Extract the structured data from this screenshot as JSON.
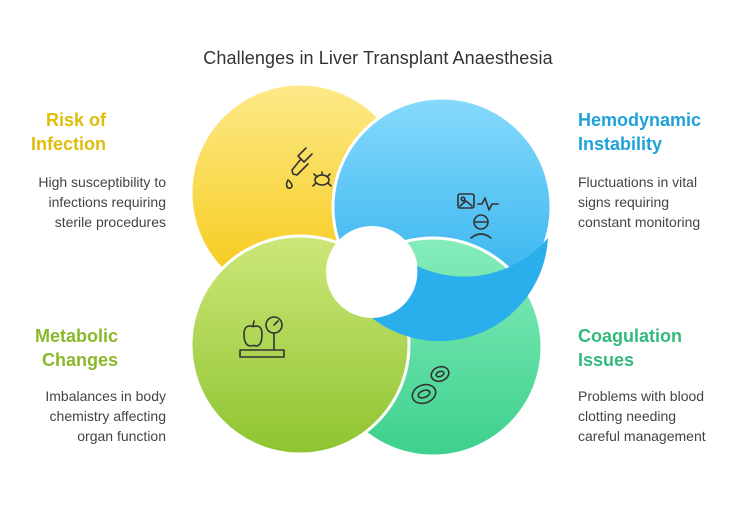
{
  "title": "Challenges in Liver Transplant Anaesthesia",
  "colors": {
    "yellow": "#F5C80F",
    "yellow_light": "#FDE55C",
    "blue": "#2FB5F0",
    "blue_light": "#7DD6FB",
    "green_yellow": "#9BCB3C",
    "green_yellow_light": "#C6E56A",
    "green": "#3CCF8E",
    "green_light": "#7EEAB3"
  },
  "items": [
    {
      "key": "infection",
      "heading": "Risk of\nInfection",
      "description": "High susceptibility to\ninfections requiring\nsterile procedures",
      "color": "#E0BC0C",
      "icon": "dropper-bacteria-icon"
    },
    {
      "key": "hemodynamic",
      "heading": "Hemodynamic\nInstability",
      "description": "Fluctuations in vital\nsigns requiring\nconstant monitoring",
      "color": "#1EA2D8",
      "icon": "vital-signs-monitor-icon"
    },
    {
      "key": "metabolic",
      "heading": "Metabolic\nChanges",
      "description": "Imbalances in body\nchemistry affecting\norgan function",
      "color": "#8AB82A",
      "icon": "scale-apple-icon"
    },
    {
      "key": "coagulation",
      "heading": "Coagulation\nIssues",
      "description": "Problems with blood\nclotting needing\ncareful management",
      "color": "#33B97C",
      "icon": "blood-cells-icon"
    }
  ]
}
